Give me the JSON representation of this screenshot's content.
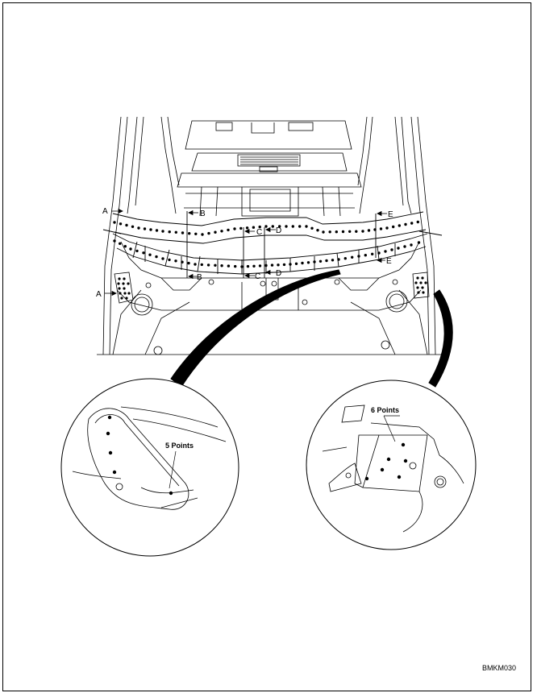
{
  "callouts": {
    "a_upper": "A",
    "a_lower": "A",
    "b_upper": "B",
    "b_lower": "B",
    "c_upper": "C",
    "c_lower": "C",
    "d_upper": "D",
    "d_lower": "D",
    "e_upper": "E",
    "e_lower": "E"
  },
  "detail_left": {
    "label": "5 Points"
  },
  "detail_right": {
    "label": "6 Points"
  },
  "figure_code": "BMKM030",
  "colors": {
    "line": "#000000",
    "background": "#ffffff"
  }
}
